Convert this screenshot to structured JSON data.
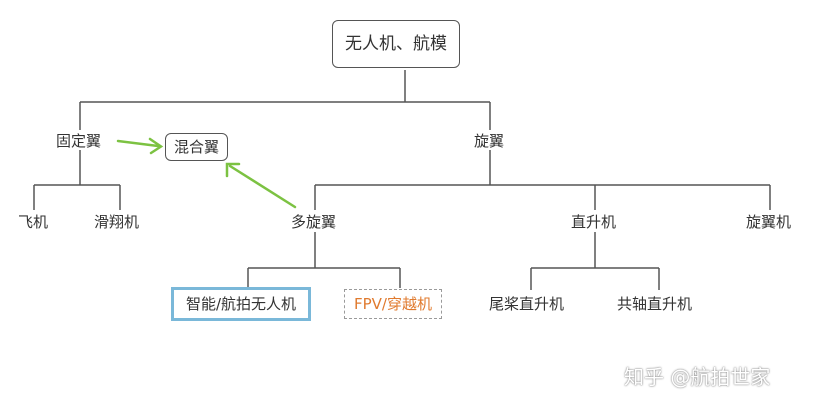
{
  "nodes": {
    "root": "无人机、航模",
    "fixed_wing": "固定翼",
    "hybrid_wing": "混合翼",
    "rotary_wing": "旋翼",
    "airplane": "飞机",
    "glider": "滑翔机",
    "multirotor": "多旋翼",
    "helicopter": "直升机",
    "rotorcraft": "旋翼机",
    "smart_aerial_drone": "智能/航拍无人机",
    "fpv_racing": "FPV/穿越机",
    "tail_rotor_heli": "尾桨直升机",
    "coaxial_heli": "共轴直升机"
  },
  "watermark": "知乎 @航拍世家",
  "colors": {
    "line": "#555555",
    "arrow": "#7cc242",
    "highlight_border": "#7ab8d9",
    "fpv_text": "#e07a2e",
    "dashed_border": "#9a9a9a"
  }
}
